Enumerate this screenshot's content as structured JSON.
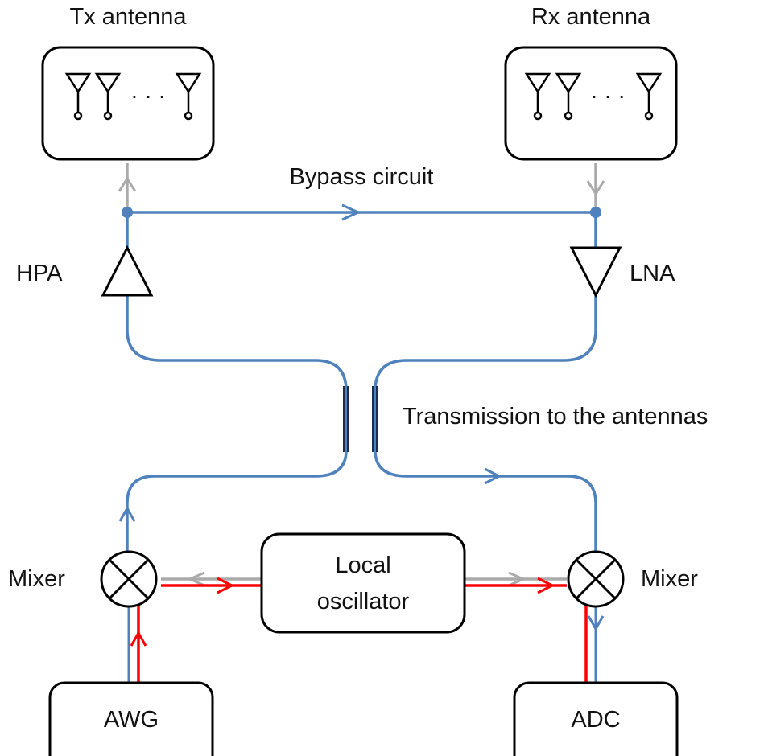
{
  "labels": {
    "tx_antenna": "Tx antenna",
    "rx_antenna": "Rx antenna",
    "bypass": "Bypass circuit",
    "hpa": "HPA",
    "lna": "LNA",
    "transmission": "Transmission to the antennas",
    "mixer_left": "Mixer",
    "mixer_right": "Mixer",
    "lo_line1": "Local",
    "lo_line2": "oscillator",
    "awg": "AWG",
    "adc": "ADC",
    "ellipsis": "· · ·"
  },
  "colors": {
    "signal": "#4f81bd",
    "lo": "#ff0000",
    "gray": "#aaaaaa",
    "stroke": "#000000",
    "node": "#4f81bd"
  }
}
